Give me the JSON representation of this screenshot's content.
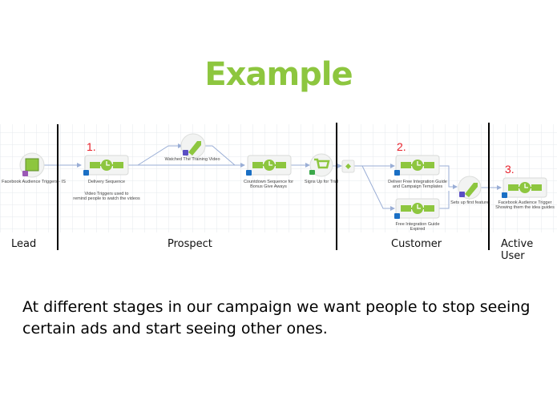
{
  "title": "Example",
  "colors": {
    "title": "#8dc63f",
    "step_number": "#e8202a",
    "node_green": "#8dc63f",
    "connector": "#9aaed6"
  },
  "steps": [
    "1.",
    "2.",
    "3."
  ],
  "nodes": {
    "fb_trigger": "Facebook Audience Triggers - IS",
    "delivery": "Delivery Sequence",
    "delivery_note": [
      "Video Triggers used to",
      "remind people to watch the videos"
    ],
    "watched": "Watched The Training Video",
    "countdown": [
      "Countdown Sequence for",
      "Bonus Give Aways"
    ],
    "signs_up": "Signs Up for Trial",
    "deliver_free": [
      "Deliver Free Integration Guide",
      "and Campaign Templates"
    ],
    "expired": [
      "Free Integration Guide",
      "Expired"
    ],
    "sets_up": "Sets up first feature",
    "fb_active": [
      "Facebook Audience Trigger",
      "Showing them the idea guides"
    ]
  },
  "stages": [
    "Lead",
    "Prospect",
    "Customer",
    "Active User"
  ],
  "body_text": "At different stages in our campaign we want people to stop seeing certain ads and start seeing other ones."
}
